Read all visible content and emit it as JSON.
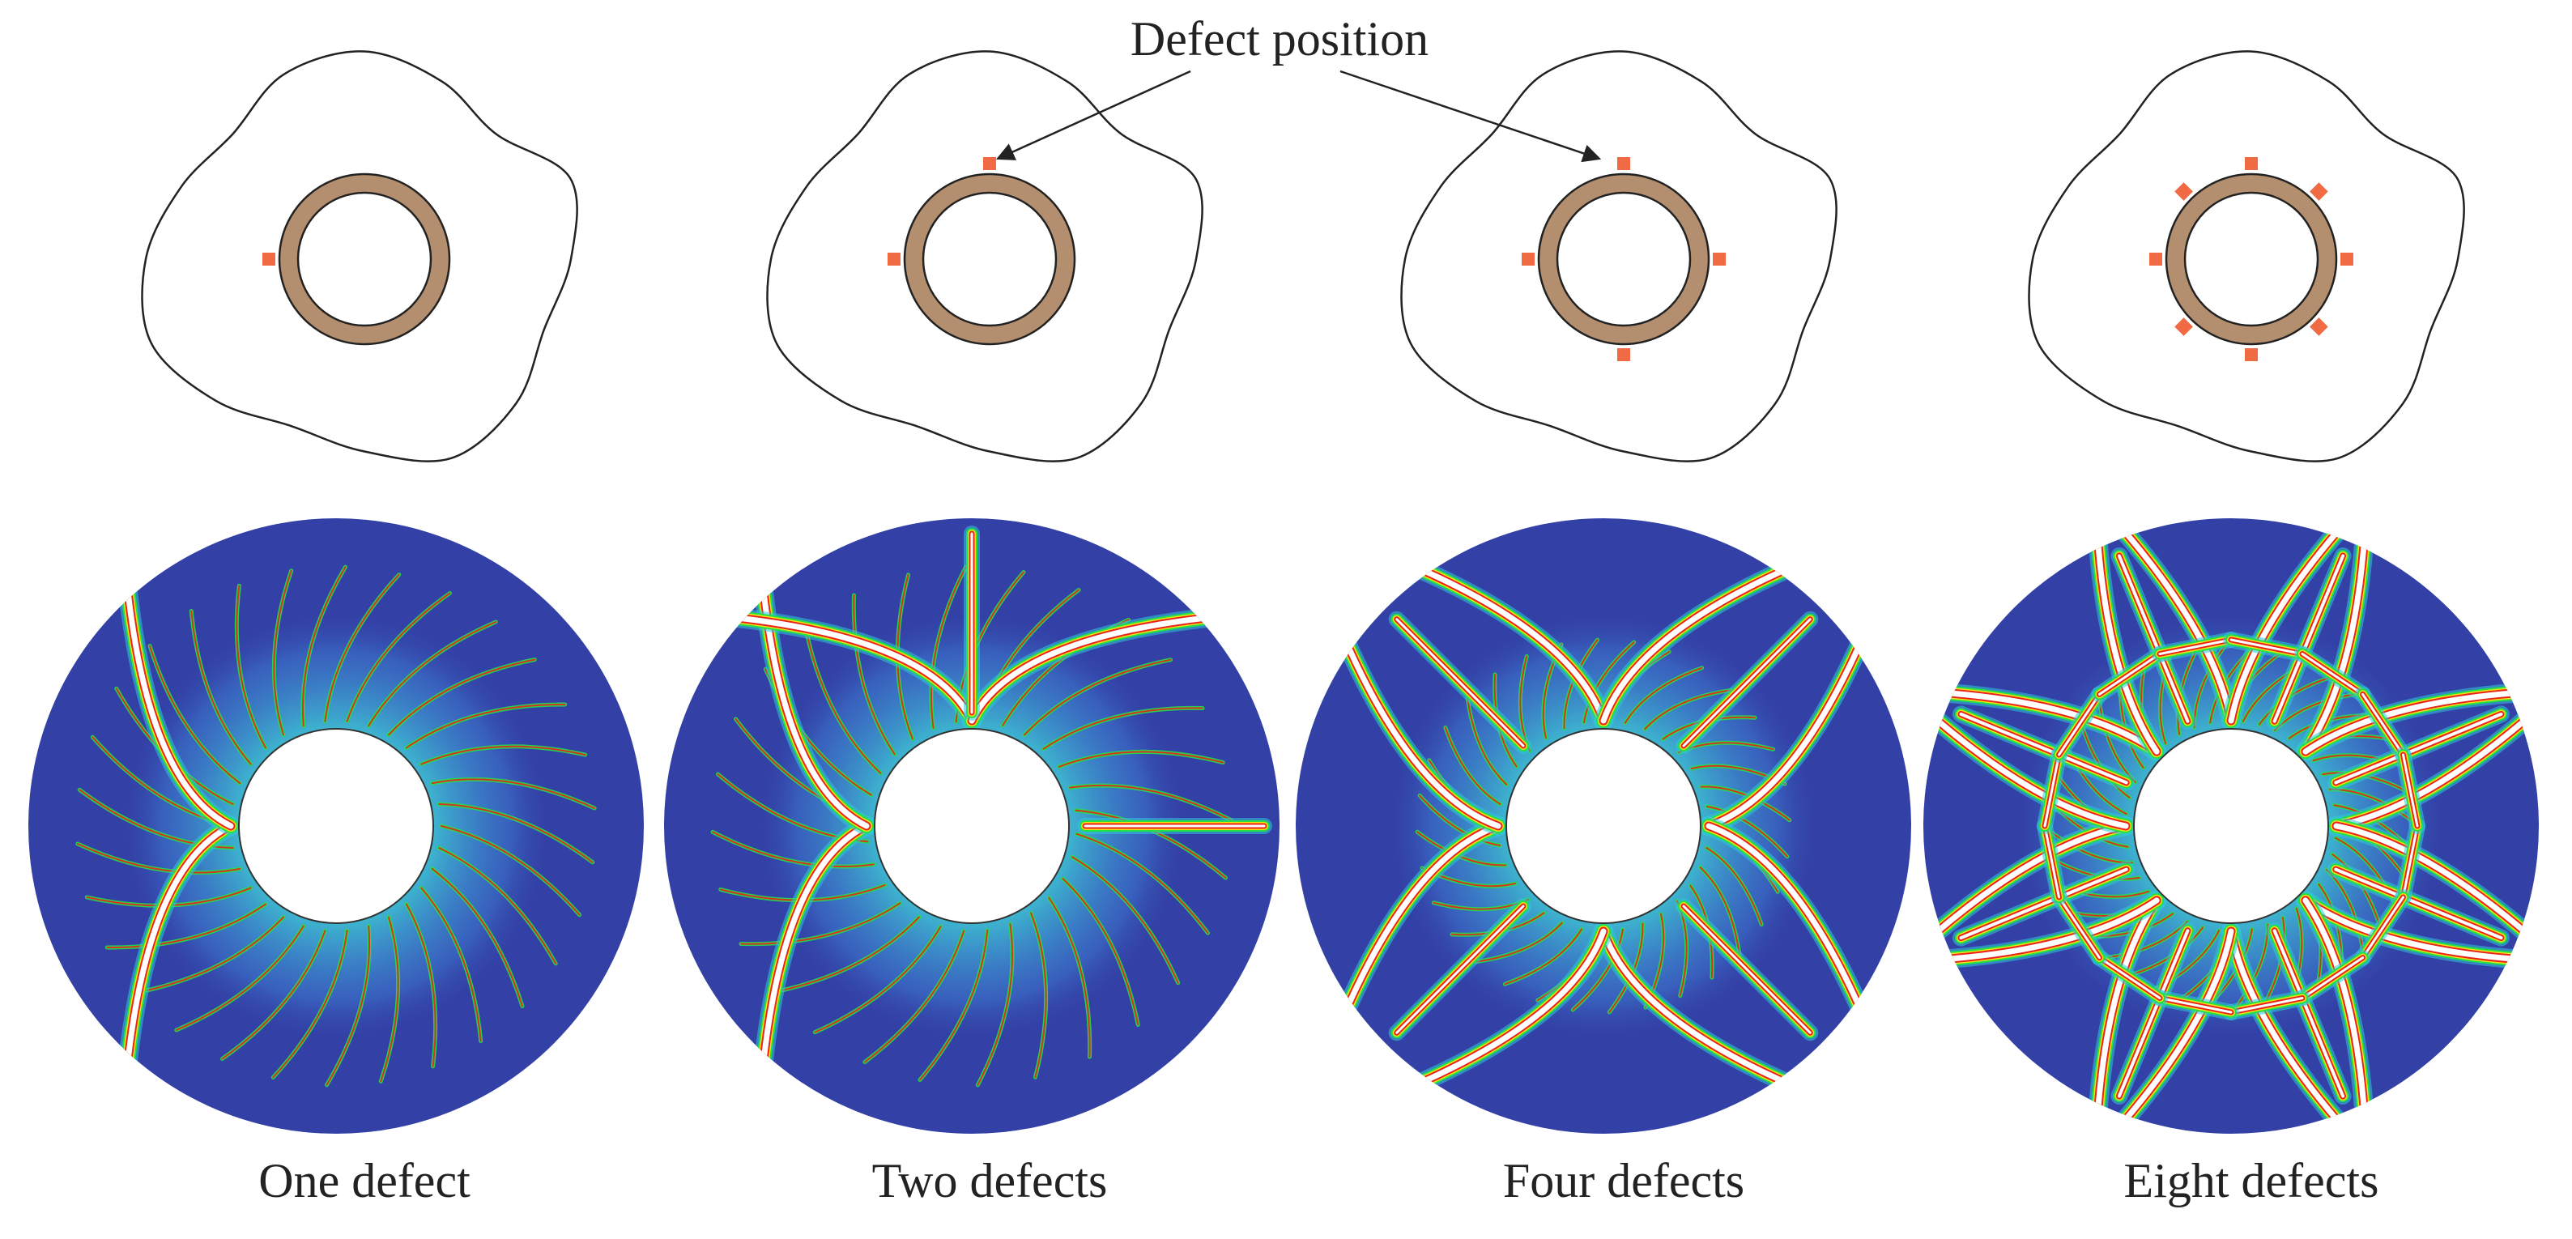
{
  "annotation": {
    "label": "Defect position"
  },
  "colors": {
    "ring": "#b48f6f",
    "defect": "#f06a44",
    "background": "#3340a6",
    "crack_core": "#ffffff",
    "crack_red": "#e8241c",
    "crack_yellow": "#f2e210",
    "crack_green": "#22e04a",
    "crack_cyan": "#2fc9d8",
    "outline": "#222222"
  },
  "panels": [
    {
      "caption": "One defect",
      "defect_count": 1
    },
    {
      "caption": "Two defects",
      "defect_count": 2
    },
    {
      "caption": "Four defects",
      "defect_count": 4
    },
    {
      "caption": "Eight defects",
      "defect_count": 8
    }
  ]
}
